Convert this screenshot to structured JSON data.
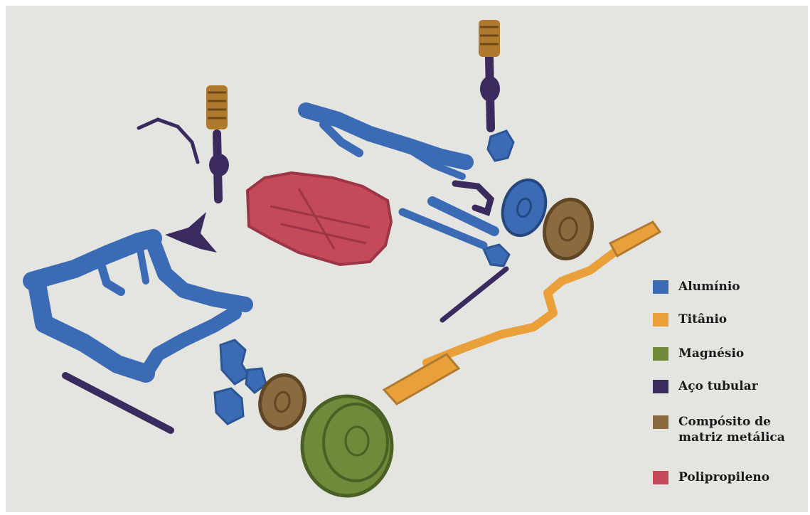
{
  "colors": {
    "background": "#e4e4e0",
    "aluminio": "#3b6bb5",
    "titanio": "#e9a03a",
    "magnesio": "#6e8a3a",
    "aco_tubular": "#3a2a5e",
    "composito": "#8a6a3e",
    "polipropileno": "#c44a5a"
  },
  "legend": [
    {
      "key": "aluminio",
      "label": "Alumínio",
      "color": "#3b6bb5"
    },
    {
      "key": "titanio",
      "label": "Titânio",
      "color": "#e9a03a"
    },
    {
      "key": "magnesio",
      "label": "Magnésio",
      "color": "#6e8a3a"
    },
    {
      "key": "aco_tubular",
      "label": "Aço tubular",
      "color": "#3a2a5e"
    },
    {
      "key": "composito",
      "label": "Compósito de\nmatriz metálica",
      "color": "#8a6a3e"
    },
    {
      "key": "polipropileno",
      "label": "Polipropileno",
      "color": "#c44a5a"
    }
  ]
}
